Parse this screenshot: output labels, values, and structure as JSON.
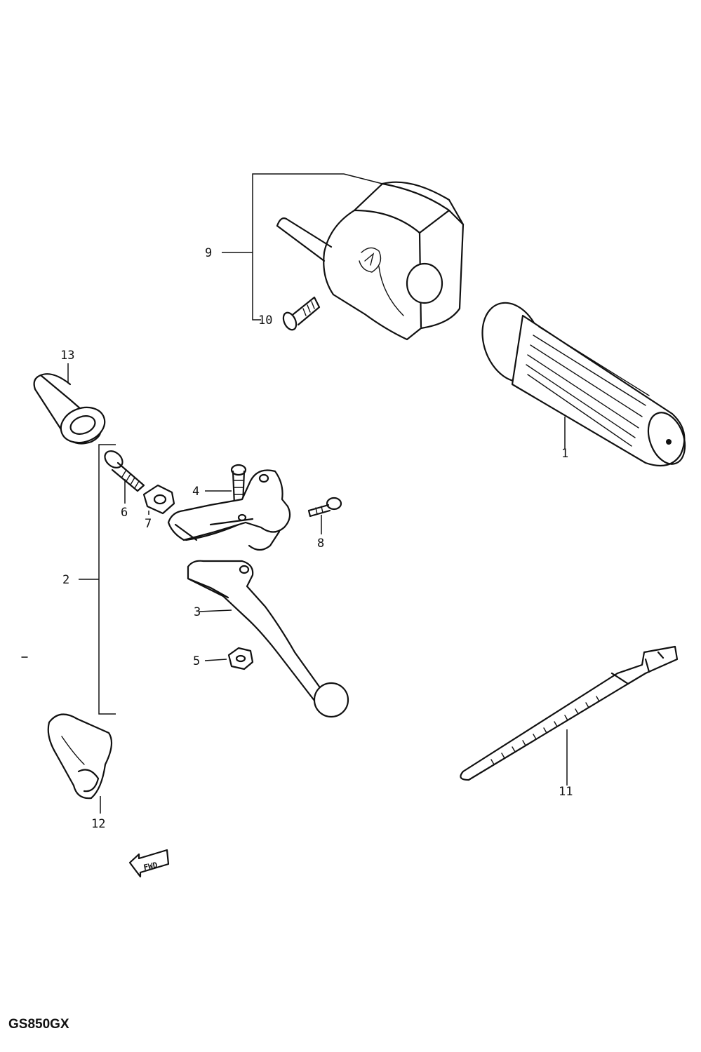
{
  "model_code": "GS850GX",
  "fwd_arrow_label": "FWD",
  "callouts": {
    "p1": "1",
    "p2": "2",
    "p3": "3",
    "p4": "4",
    "p5": "5",
    "p6": "6",
    "p7": "7",
    "p8": "8",
    "p9": "9",
    "p10": "10",
    "p11": "11",
    "p12": "12",
    "p13": "13"
  },
  "parts_icons": {
    "p1": "handlebar-grip-icon",
    "p3": "clutch-lever-icon",
    "p4": "pivot-bolt-icon",
    "p5": "nut-icon",
    "p6": "bolt-icon",
    "p7": "nut-icon",
    "p8": "screw-icon",
    "p9": "handlebar-switch-icon",
    "p10": "screw-icon",
    "p11": "cable-tie-icon",
    "p12": "lever-cover-icon",
    "p13": "grip-sleeve-icon"
  }
}
